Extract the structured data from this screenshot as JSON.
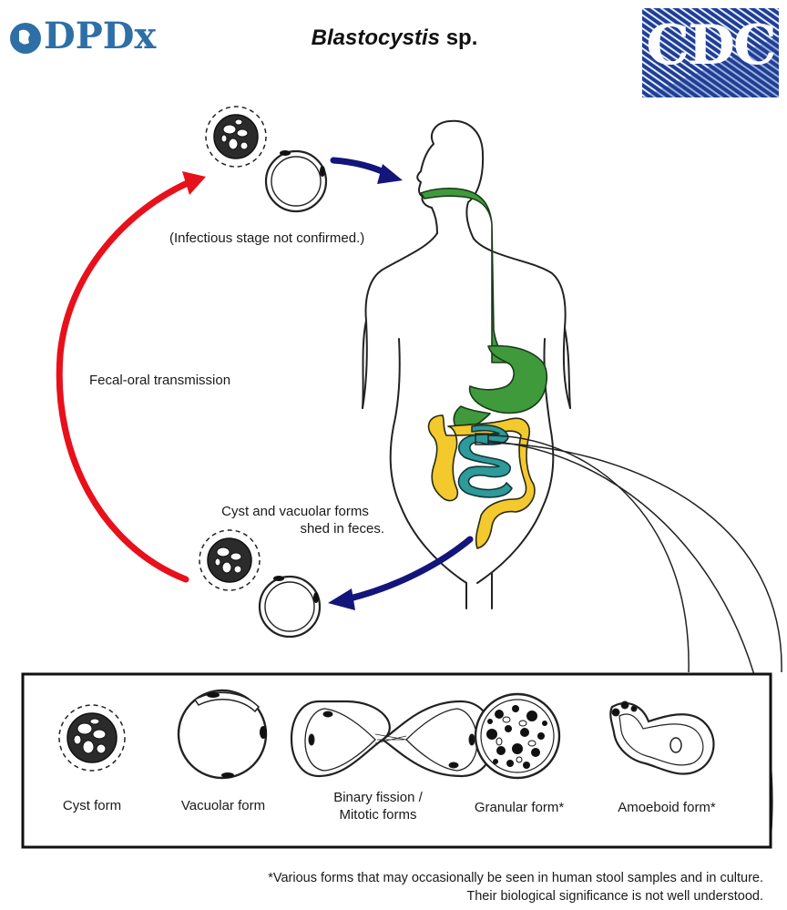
{
  "header": {
    "logo_text": "DPDx",
    "title_genus": "Blastocystis",
    "title_species": " sp.",
    "agency_logo_text": "CDC"
  },
  "cycle": {
    "infectious_note": "(Infectious stage not confirmed.)",
    "transmission_label": "Fecal-oral transmission",
    "shed_label_line1": "Cyst and vacuolar forms",
    "shed_label_line2": "shed in feces."
  },
  "forms_panel": {
    "forms": [
      {
        "label": "Cyst form"
      },
      {
        "label": "Vacuolar form"
      },
      {
        "label_line1": "Binary fission /",
        "label_line2": "Mitotic forms"
      },
      {
        "label": "Granular form*"
      },
      {
        "label": "Amoeboid form*"
      }
    ]
  },
  "footnote": {
    "line1": "*Various forms that may occasionally be seen in human stool samples and in culture.",
    "line2": "Their biological significance is not well understood."
  },
  "colors": {
    "red_arrow": "#e8101a",
    "blue_arrow": "#14157a",
    "green_tract": "#3f9a3c",
    "yellow_colon": "#f3c92e",
    "teal_intestine": "#2e9a9a",
    "dpdx_blue": "#2d6fa6",
    "cdc_blue": "#1e3f99"
  }
}
